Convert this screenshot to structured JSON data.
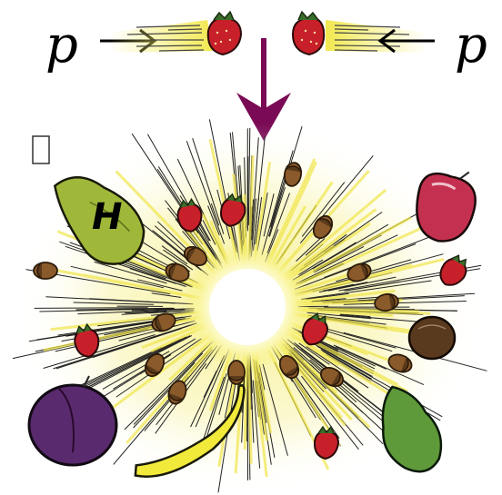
{
  "labels": {
    "incoming_left": "p",
    "incoming_right": "p",
    "higgs": "H"
  },
  "colors": {
    "burst_yellow": "#f5ee6a",
    "burst_pale": "#fbf8c4",
    "core": "#ffffff",
    "arrow_main": "#7a0a55",
    "strawberry": "#c8202a",
    "acorn": "#8a5a2a",
    "pear": "#9fb83a",
    "plum": "#5a2a6e",
    "banana": "#f2ea3a",
    "apple": "#c43050",
    "kiwi": "#5a3a1e",
    "green_pear": "#5f9a3a"
  },
  "icons": [
    "strawberry-icon",
    "acorn-icon",
    "pear-icon",
    "plum-icon",
    "banana-icon",
    "apple-icon",
    "kiwi-icon"
  ]
}
